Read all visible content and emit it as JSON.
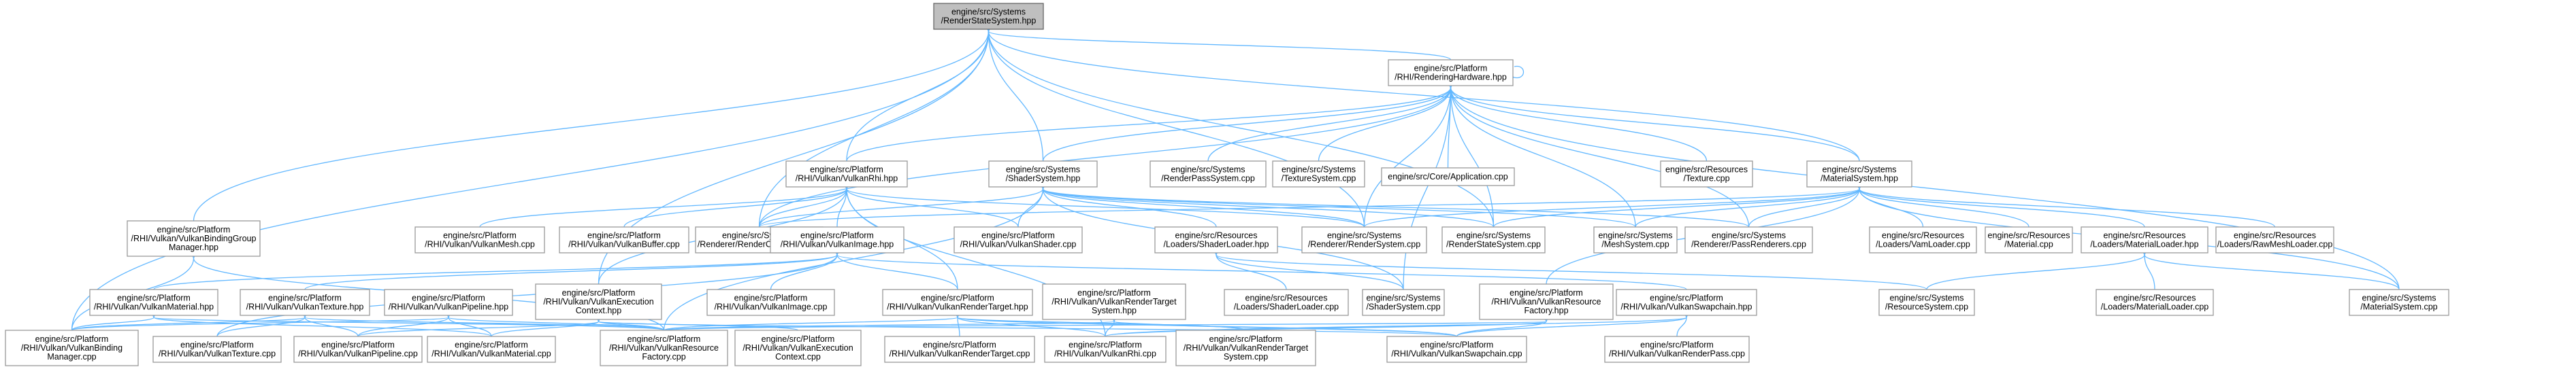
{
  "root": "rendering-hardware",
  "accent_color": "#63b8ff",
  "root_fill": "#bfbfbf",
  "nodes": [
    {
      "id": "render-state-system-hpp",
      "lines": [
        "engine/src/Systems",
        "/RenderStateSystem.hpp"
      ],
      "root": true
    },
    {
      "id": "rendering-hardware",
      "lines": [
        "engine/src/Platform",
        "/RHI/RenderingHardware.hpp"
      ]
    },
    {
      "id": "vulkan-rhi-hpp",
      "lines": [
        "engine/src/Platform",
        "/RHI/Vulkan/VulkanRhi.hpp"
      ]
    },
    {
      "id": "shader-system-hpp",
      "lines": [
        "engine/src/Systems",
        "/ShaderSystem.hpp"
      ]
    },
    {
      "id": "material-system-hpp",
      "lines": [
        "engine/src/Systems",
        "/MaterialSystem.hpp"
      ]
    },
    {
      "id": "render-pass-system-cpp",
      "lines": [
        "engine/src/Systems",
        "/RenderPassSystem.cpp"
      ]
    },
    {
      "id": "texture-system-cpp",
      "lines": [
        "engine/src/Systems",
        "/TextureSystem.cpp"
      ]
    },
    {
      "id": "application-cpp",
      "lines": [
        "engine/src/Core/Application.cpp"
      ]
    },
    {
      "id": "texture-cpp",
      "lines": [
        "engine/src/Resources",
        "/Texture.cpp"
      ]
    },
    {
      "id": "binding-group-manager-hpp",
      "lines": [
        "engine/src/Platform",
        "/RHI/Vulkan/VulkanBindingGroup",
        "Manager.hpp"
      ]
    },
    {
      "id": "vulkan-mesh-cpp",
      "lines": [
        "engine/src/Platform",
        "/RHI/Vulkan/VulkanMesh.cpp"
      ]
    },
    {
      "id": "vulkan-buffer-cpp",
      "lines": [
        "engine/src/Platform",
        "/RHI/Vulkan/VulkanBuffer.cpp"
      ]
    },
    {
      "id": "render-command-cpp",
      "lines": [
        "engine/src/Systems",
        "/Renderer/RenderCommand.cpp"
      ]
    },
    {
      "id": "vulkan-image-hpp",
      "lines": [
        "engine/src/Platform",
        "/RHI/Vulkan/VulkanImage.hpp"
      ]
    },
    {
      "id": "vulkan-shader-cpp",
      "lines": [
        "engine/src/Platform",
        "/RHI/Vulkan/VulkanShader.cpp"
      ]
    },
    {
      "id": "shader-loader-hpp",
      "lines": [
        "engine/src/Resources",
        "/Loaders/ShaderLoader.hpp"
      ]
    },
    {
      "id": "render-system-cpp",
      "lines": [
        "engine/src/Systems",
        "/Renderer/RenderSystem.cpp"
      ]
    },
    {
      "id": "render-state-system-cpp",
      "lines": [
        "engine/src/Systems",
        "/RenderStateSystem.cpp"
      ]
    },
    {
      "id": "mesh-system-cpp",
      "lines": [
        "engine/src/Systems",
        "/MeshSystem.cpp"
      ]
    },
    {
      "id": "pass-renderers-cpp",
      "lines": [
        "engine/src/Systems",
        "/Renderer/PassRenderers.cpp"
      ]
    },
    {
      "id": "vam-loader-cpp",
      "lines": [
        "engine/src/Resources",
        "/Loaders/VamLoader.cpp"
      ]
    },
    {
      "id": "material-cpp",
      "lines": [
        "engine/src/Resources",
        "/Material.cpp"
      ]
    },
    {
      "id": "material-loader-hpp",
      "lines": [
        "engine/src/Resources",
        "/Loaders/MaterialLoader.hpp"
      ]
    },
    {
      "id": "raw-mesh-loader-cpp",
      "lines": [
        "engine/src/Resources",
        "/Loaders/RawMeshLoader.cpp"
      ]
    },
    {
      "id": "vulkan-material-hpp",
      "lines": [
        "engine/src/Platform",
        "/RHI/Vulkan/VulkanMaterial.hpp"
      ]
    },
    {
      "id": "vulkan-texture-hpp",
      "lines": [
        "engine/src/Platform",
        "/RHI/Vulkan/VulkanTexture.hpp"
      ]
    },
    {
      "id": "vulkan-pipeline-hpp",
      "lines": [
        "engine/src/Platform",
        "/RHI/Vulkan/VulkanPipeline.hpp"
      ]
    },
    {
      "id": "vulkan-execution-context-hpp",
      "lines": [
        "engine/src/Platform",
        "/RHI/Vulkan/VulkanExecution",
        "Context.hpp"
      ]
    },
    {
      "id": "vulkan-image-cpp",
      "lines": [
        "engine/src/Platform",
        "/RHI/Vulkan/VulkanImage.cpp"
      ]
    },
    {
      "id": "vulkan-render-target-hpp",
      "lines": [
        "engine/src/Platform",
        "/RHI/Vulkan/VulkanRenderTarget.hpp"
      ]
    },
    {
      "id": "vulkan-render-target-system-hpp",
      "lines": [
        "engine/src/Platform",
        "/RHI/Vulkan/VulkanRenderTarget",
        "System.hpp"
      ]
    },
    {
      "id": "shader-loader-cpp",
      "lines": [
        "engine/src/Resources",
        "/Loaders/ShaderLoader.cpp"
      ]
    },
    {
      "id": "shader-system-cpp",
      "lines": [
        "engine/src/Systems",
        "/ShaderSystem.cpp"
      ]
    },
    {
      "id": "vulkan-resource-factory-hpp",
      "lines": [
        "engine/src/Platform",
        "/RHI/Vulkan/VulkanResource",
        "Factory.hpp"
      ]
    },
    {
      "id": "vulkan-swapchain-hpp",
      "lines": [
        "engine/src/Platform",
        "/RHI/Vulkan/VulkanSwapchain.hpp"
      ]
    },
    {
      "id": "resource-system-cpp",
      "lines": [
        "engine/src/Systems",
        "/ResourceSystem.cpp"
      ]
    },
    {
      "id": "material-loader-cpp",
      "lines": [
        "engine/src/Resources",
        "/Loaders/MaterialLoader.cpp"
      ]
    },
    {
      "id": "material-system-cpp",
      "lines": [
        "engine/src/Systems",
        "/MaterialSystem.cpp"
      ]
    },
    {
      "id": "binding-group-manager-cpp",
      "lines": [
        "engine/src/Platform",
        "/RHI/Vulkan/VulkanBinding",
        "Manager.cpp"
      ]
    },
    {
      "id": "vulkan-texture-cpp",
      "lines": [
        "engine/src/Platform",
        "/RHI/Vulkan/VulkanTexture.cpp"
      ]
    },
    {
      "id": "vulkan-pipeline-cpp",
      "lines": [
        "engine/src/Platform",
        "/RHI/Vulkan/VulkanPipeline.cpp"
      ]
    },
    {
      "id": "vulkan-material-cpp",
      "lines": [
        "engine/src/Platform",
        "/RHI/Vulkan/VulkanMaterial.cpp"
      ]
    },
    {
      "id": "vulkan-resource-factory-cpp",
      "lines": [
        "engine/src/Platform",
        "/RHI/Vulkan/VulkanResource",
        "Factory.cpp"
      ]
    },
    {
      "id": "vulkan-execution-context-cpp",
      "lines": [
        "engine/src/Platform",
        "/RHI/Vulkan/VulkanExecution",
        "Context.cpp"
      ]
    },
    {
      "id": "vulkan-render-target-cpp",
      "lines": [
        "engine/src/Platform",
        "/RHI/Vulkan/VulkanRenderTarget.cpp"
      ]
    },
    {
      "id": "vulkan-rhi-cpp",
      "lines": [
        "engine/src/Platform",
        "/RHI/Vulkan/VulkanRhi.cpp"
      ]
    },
    {
      "id": "vulkan-render-target-system-cpp",
      "lines": [
        "engine/src/Platform",
        "/RHI/Vulkan/VulkanRenderTarget",
        "System.cpp"
      ]
    },
    {
      "id": "vulkan-swapchain-cpp",
      "lines": [
        "engine/src/Platform",
        "/RHI/Vulkan/VulkanSwapchain.cpp"
      ]
    },
    {
      "id": "vulkan-render-pass-cpp",
      "lines": [
        "engine/src/Platform",
        "/RHI/Vulkan/VulkanRenderPass.cpp"
      ]
    }
  ],
  "edges": [
    [
      "render-state-system-hpp",
      "rendering-hardware"
    ],
    [
      "render-state-system-hpp",
      "vulkan-rhi-hpp"
    ],
    [
      "render-state-system-hpp",
      "shader-system-hpp"
    ],
    [
      "render-state-system-hpp",
      "material-system-hpp"
    ],
    [
      "render-state-system-hpp",
      "binding-group-manager-hpp"
    ],
    [
      "render-state-system-hpp",
      "render-command-cpp"
    ],
    [
      "render-state-system-hpp",
      "render-system-cpp"
    ],
    [
      "render-state-system-hpp",
      "render-state-system-cpp"
    ],
    [
      "render-state-system-hpp",
      "vulkan-execution-context-hpp"
    ],
    [
      "render-state-system-hpp",
      "binding-group-manager-cpp"
    ],
    [
      "rendering-hardware",
      "rendering-hardware"
    ],
    [
      "rendering-hardware",
      "vulkan-rhi-hpp"
    ],
    [
      "rendering-hardware",
      "shader-system-hpp"
    ],
    [
      "rendering-hardware",
      "render-pass-system-cpp"
    ],
    [
      "rendering-hardware",
      "texture-system-cpp"
    ],
    [
      "rendering-hardware",
      "application-cpp"
    ],
    [
      "rendering-hardware",
      "texture-cpp"
    ],
    [
      "rendering-hardware",
      "material-system-hpp"
    ],
    [
      "rendering-hardware",
      "render-command-cpp"
    ],
    [
      "rendering-hardware",
      "render-system-cpp"
    ],
    [
      "rendering-hardware",
      "render-state-system-cpp"
    ],
    [
      "rendering-hardware",
      "mesh-system-cpp"
    ],
    [
      "rendering-hardware",
      "pass-renderers-cpp"
    ],
    [
      "rendering-hardware",
      "shader-system-cpp"
    ],
    [
      "rendering-hardware",
      "material-system-cpp"
    ],
    [
      "vulkan-rhi-hpp",
      "vulkan-mesh-cpp"
    ],
    [
      "vulkan-rhi-hpp",
      "vulkan-buffer-cpp"
    ],
    [
      "vulkan-rhi-hpp",
      "render-command-cpp"
    ],
    [
      "vulkan-rhi-hpp",
      "vulkan-image-hpp"
    ],
    [
      "vulkan-rhi-hpp",
      "vulkan-shader-cpp"
    ],
    [
      "vulkan-rhi-hpp",
      "render-system-cpp"
    ],
    [
      "vulkan-rhi-hpp",
      "vulkan-render-target-hpp"
    ],
    [
      "vulkan-rhi-hpp",
      "vulkan-execution-context-hpp"
    ],
    [
      "vulkan-rhi-hpp",
      "vulkan-rhi-cpp"
    ],
    [
      "shader-system-hpp",
      "render-command-cpp"
    ],
    [
      "shader-system-hpp",
      "vulkan-shader-cpp"
    ],
    [
      "shader-system-hpp",
      "shader-loader-hpp"
    ],
    [
      "shader-system-hpp",
      "render-system-cpp"
    ],
    [
      "shader-system-hpp",
      "render-state-system-cpp"
    ],
    [
      "shader-system-hpp",
      "mesh-system-cpp"
    ],
    [
      "shader-system-hpp",
      "pass-renderers-cpp"
    ],
    [
      "shader-system-hpp",
      "shader-system-cpp"
    ],
    [
      "shader-system-hpp",
      "vulkan-resource-factory-cpp"
    ],
    [
      "material-system-hpp",
      "render-command-cpp"
    ],
    [
      "material-system-hpp",
      "render-system-cpp"
    ],
    [
      "material-system-hpp",
      "render-state-system-cpp"
    ],
    [
      "material-system-hpp",
      "mesh-system-cpp"
    ],
    [
      "material-system-hpp",
      "pass-renderers-cpp"
    ],
    [
      "material-system-hpp",
      "vam-loader-cpp"
    ],
    [
      "material-system-hpp",
      "material-cpp"
    ],
    [
      "material-system-hpp",
      "material-loader-hpp"
    ],
    [
      "material-system-hpp",
      "raw-mesh-loader-cpp"
    ],
    [
      "material-system-hpp",
      "material-system-cpp"
    ],
    [
      "material-system-hpp",
      "vulkan-resource-factory-hpp"
    ],
    [
      "shader-loader-hpp",
      "shader-loader-cpp"
    ],
    [
      "shader-loader-hpp",
      "shader-system-cpp"
    ],
    [
      "shader-loader-hpp",
      "resource-system-cpp"
    ],
    [
      "material-loader-hpp",
      "resource-system-cpp"
    ],
    [
      "material-loader-hpp",
      "material-loader-cpp"
    ],
    [
      "material-loader-hpp",
      "material-system-cpp"
    ],
    [
      "binding-group-manager-hpp",
      "binding-group-manager-cpp"
    ],
    [
      "binding-group-manager-hpp",
      "vulkan-resource-factory-cpp"
    ],
    [
      "vulkan-image-hpp",
      "vulkan-material-hpp"
    ],
    [
      "vulkan-image-hpp",
      "vulkan-texture-hpp"
    ],
    [
      "vulkan-image-hpp",
      "vulkan-image-cpp"
    ],
    [
      "vulkan-image-hpp",
      "vulkan-render-target-hpp"
    ],
    [
      "vulkan-image-hpp",
      "vulkan-swapchain-hpp"
    ],
    [
      "vulkan-image-hpp",
      "vulkan-texture-cpp"
    ],
    [
      "vulkan-material-hpp",
      "binding-group-manager-cpp"
    ],
    [
      "vulkan-material-hpp",
      "vulkan-material-cpp"
    ],
    [
      "vulkan-material-hpp",
      "vulkan-resource-factory-cpp"
    ],
    [
      "vulkan-texture-hpp",
      "binding-group-manager-cpp"
    ],
    [
      "vulkan-texture-hpp",
      "vulkan-texture-cpp"
    ],
    [
      "vulkan-texture-hpp",
      "vulkan-pipeline-cpp"
    ],
    [
      "vulkan-texture-hpp",
      "vulkan-resource-factory-cpp"
    ],
    [
      "vulkan-pipeline-hpp",
      "binding-group-manager-cpp"
    ],
    [
      "vulkan-pipeline-hpp",
      "vulkan-pipeline-cpp"
    ],
    [
      "vulkan-pipeline-hpp",
      "vulkan-material-cpp"
    ],
    [
      "vulkan-pipeline-hpp",
      "vulkan-resource-factory-cpp"
    ],
    [
      "vulkan-execution-context-hpp",
      "vulkan-pipeline-cpp"
    ],
    [
      "vulkan-execution-context-hpp",
      "vulkan-material-cpp"
    ],
    [
      "vulkan-execution-context-hpp",
      "vulkan-resource-factory-cpp"
    ],
    [
      "vulkan-execution-context-hpp",
      "vulkan-execution-context-cpp"
    ],
    [
      "vulkan-execution-context-hpp",
      "vulkan-swapchain-cpp"
    ],
    [
      "vulkan-render-target-hpp",
      "vulkan-render-target-cpp"
    ],
    [
      "vulkan-render-target-hpp",
      "vulkan-rhi-cpp"
    ],
    [
      "vulkan-render-target-hpp",
      "vulkan-render-target-system-cpp"
    ],
    [
      "vulkan-render-target-hpp",
      "vulkan-resource-factory-cpp"
    ],
    [
      "vulkan-render-target-hpp",
      "vulkan-swapchain-cpp"
    ],
    [
      "vulkan-render-target-system-hpp",
      "vulkan-render-target-system-cpp"
    ],
    [
      "vulkan-render-target-system-hpp",
      "vulkan-rhi-cpp"
    ],
    [
      "vulkan-render-target-system-hpp",
      "vulkan-resource-factory-cpp"
    ],
    [
      "vulkan-render-target-system-hpp",
      "vulkan-swapchain-cpp"
    ],
    [
      "vulkan-resource-factory-hpp",
      "vulkan-resource-factory-cpp"
    ],
    [
      "vulkan-resource-factory-hpp",
      "vulkan-rhi-cpp"
    ],
    [
      "vulkan-resource-factory-hpp",
      "vulkan-swapchain-cpp"
    ],
    [
      "vulkan-swapchain-hpp",
      "vulkan-swapchain-cpp"
    ],
    [
      "vulkan-swapchain-hpp",
      "vulkan-render-pass-cpp"
    ],
    [
      "vulkan-swapchain-hpp",
      "vulkan-rhi-cpp"
    ]
  ]
}
